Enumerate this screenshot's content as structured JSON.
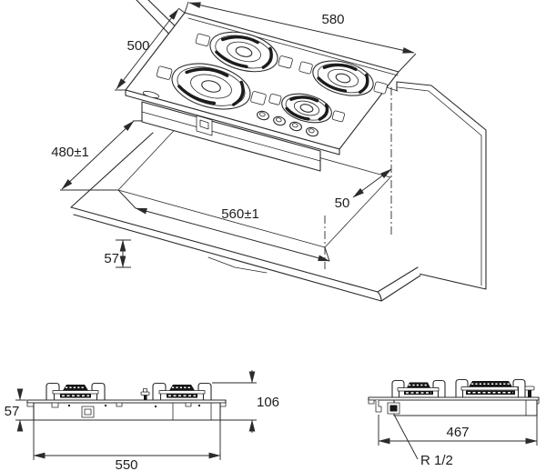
{
  "colors": {
    "line": "#2b2b2b",
    "text": "#1d1d1d",
    "background": "#ffffff",
    "dark_fill": "#161616"
  },
  "iso": {
    "hob_width": "580",
    "hob_depth": "500",
    "cutout_depth": "480±1",
    "cutout_width": "560±1",
    "rear_clearance": "50",
    "body_below_top": "57"
  },
  "front": {
    "body_height": "57",
    "body_width": "550",
    "overall_height": "106"
  },
  "side": {
    "inlet_to_edge": "467",
    "gas_connection": "R 1/2"
  }
}
